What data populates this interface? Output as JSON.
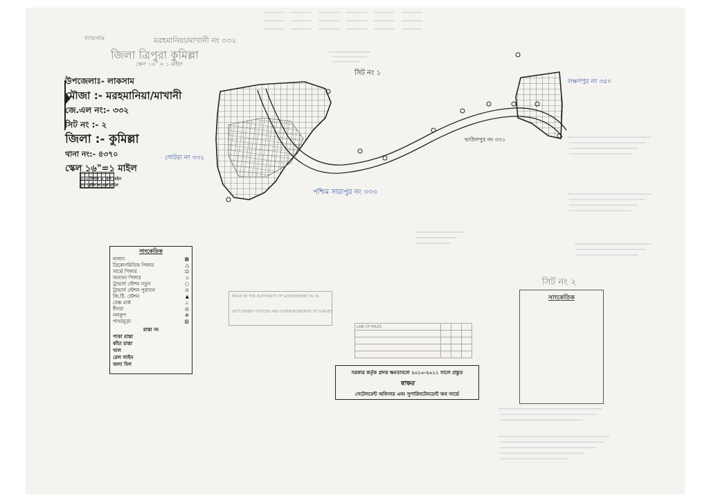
{
  "header": {
    "upazila_faded": "লাকসাম",
    "mouza_faded": "মরহমানিয়া/মাখানী নং ৩৩২",
    "district_faded": "জিলা ত্রিপুরা কুমিল্লা",
    "scale_faded": "স্কেল ১৬\" = ১ মাইল"
  },
  "title_block": {
    "upazila": "উপজেলাঃ- লাকসাম",
    "mouza": "মৌজা :- মরহমানিয়া/মাখানী",
    "jl_no": "জে.এল নং:- ৩৩২",
    "sheet_no": "সিট নং :-  ২",
    "district": "জিলা :- কুমিল্লা",
    "thana_no": "থানা নং:- ৪৩৭০",
    "scale": "স্কেল ১৬\"=১ মাইল",
    "scale_note_1": "১০০ লিংক = এক চেইন",
    "scale_note_2": "৮০ চেইন = এক মাইল"
  },
  "map_labels": {
    "sheet_1": "সিট নং ১",
    "lakshmanpur": "লক্ষণপুর নং ৩৫০",
    "bhaulpur": "ভাউলপুর নং ৩৩১",
    "gotra": "গোটরা নং ৩৩২",
    "paschim_sharapur": "পশ্চিম সারাপুর নং ৩৩৩",
    "sheet_2": "সিট নং ২"
  },
  "legend": {
    "title": "সাংকেতিক",
    "items": [
      {
        "label": "দালান",
        "symbol": "▦"
      },
      {
        "label": "ত্রিকোণমিতিক পিলার",
        "symbol": "△"
      },
      {
        "label": "সার্ভে পিলার",
        "symbol": "⊡"
      },
      {
        "label": "অন্যান্য পিলার",
        "symbol": "▫"
      },
      {
        "label": "ট্রাভার্স স্টেশন নতুন",
        "symbol": "○"
      },
      {
        "label": "ট্রাভার্স স্টেশন পুরাতন",
        "symbol": "⊙"
      },
      {
        "label": "জি.টি. স্টেশন",
        "symbol": "▲"
      },
      {
        "label": "বেঞ্চ মার্ক",
        "symbol": "⊥"
      },
      {
        "label": "ইঁদারা",
        "symbol": "◎"
      },
      {
        "label": "নলকূপ",
        "symbol": "⊕"
      },
      {
        "label": "পাথরচূড়া",
        "symbol": "▨"
      }
    ],
    "roads_title": "রাস্তা নং",
    "roads": [
      "পাকা রাস্তা",
      "কাঁচা রাস্তা",
      "খাল",
      "রেল লাইন",
      "জলা বিল"
    ]
  },
  "legend2": {
    "title": "সাংকেতিক",
    "sheet_label": "সিট নং ২"
  },
  "stamp": {
    "line1": "MADE BY THE AUTHORITY OF GOVERNMENT IN 19..",
    "line2": "SETTLEMENT OFFICER AND SUPERINTENDENT OF SURVEY"
  },
  "table": {
    "rows": [
      [
        "LINE OF MILES",
        "",
        "",
        ""
      ],
      [
        "",
        "",
        "",
        ""
      ],
      [
        "",
        "",
        "",
        ""
      ],
      [
        "",
        "",
        "",
        ""
      ],
      [
        "",
        "",
        "",
        ""
      ]
    ]
  },
  "certificate": {
    "line1": "সরকার কর্তৃক প্রদত্ত ক্ষমতাবলে ২০১০-২০১১ সালে প্রস্তুত",
    "signature": "স্বাক্ষর",
    "line3": "সেটেলমেন্ট অফিসার এবং সুপারিনটেনডেন্ট অব সার্ভে"
  },
  "colors": {
    "ink": "#1d1d1d",
    "pencil": "#8a8a8a",
    "blue_ink": "#3858a8",
    "paper": "#f5f3f0"
  }
}
